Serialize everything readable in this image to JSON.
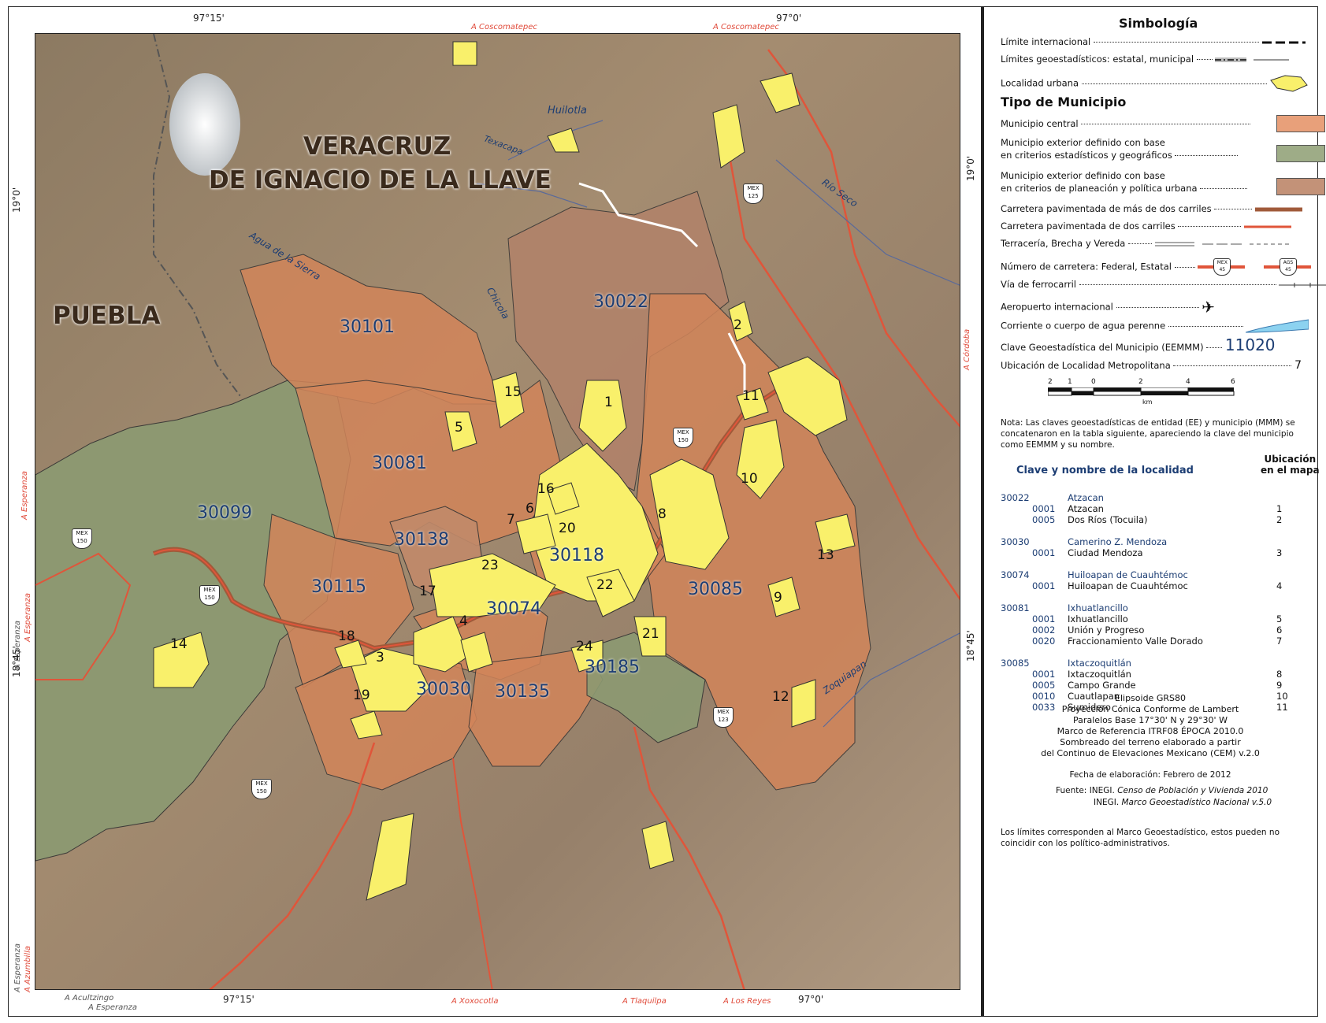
{
  "coords": {
    "top": [
      "97°15'",
      "97°0'"
    ],
    "bottom": [
      "97°15'",
      "97°0'"
    ],
    "left": [
      "19°0'",
      "18°45'"
    ],
    "right": [
      "19°0'",
      "18°45'"
    ]
  },
  "edge_labels": {
    "top": [
      "A Coscomatepec",
      "A Coscomatepec"
    ],
    "bottom": [
      "A Acultzingo",
      "A Esperanza",
      "A Xoxocotla",
      "A Tlaquilpa",
      "A Los Reyes"
    ],
    "left": [
      "A Esperanza",
      "A Esperanza",
      "A Esperanza",
      "A Esperanza",
      "A Azumbilla"
    ],
    "right": [
      "A Córdoba"
    ]
  },
  "map": {
    "states": [
      "VERACRUZ",
      "DE IGNACIO DE LA LLAVE",
      "PUEBLA"
    ],
    "rivers": [
      "Huilotla",
      "Texacapa",
      "Río Seco",
      "Agua de la Sierra",
      "Chicola",
      "Zoquiapan"
    ],
    "municipios": [
      "30022",
      "30101",
      "30081",
      "30099",
      "30138",
      "30118",
      "30115",
      "30074",
      "30085",
      "30030",
      "30135",
      "30185"
    ],
    "localidades": [
      "1",
      "2",
      "3",
      "4",
      "5",
      "6",
      "7",
      "8",
      "9",
      "10",
      "11",
      "12",
      "13",
      "14",
      "15",
      "16",
      "17",
      "18",
      "19",
      "20",
      "21",
      "22",
      "23",
      "24"
    ],
    "highways": [
      "MEX 125",
      "MEX 150",
      "MEX 150",
      "MEX 150",
      "MEX 150",
      "MEX 123"
    ]
  },
  "legend": {
    "title": "Simbología",
    "rows": [
      "Límite internacional",
      "Límites geoestadísticos: estatal, municipal",
      "Localidad urbana"
    ],
    "tipo_title": "Tipo de Municipio",
    "tipo_rows": [
      {
        "label": "Municipio central",
        "color": "#e8a07a"
      },
      {
        "label": "Municipio exterior definido con base",
        "label2": "en criterios estadísticos y geográficos",
        "color": "#9eac87"
      },
      {
        "label": "Municipio exterior definido con base",
        "label2": "en criterios de planeación y política urbana",
        "color": "#c39278"
      }
    ],
    "line_rows": [
      "Carretera pavimentada de más de dos carriles",
      "Carretera pavimentada de dos carriles",
      "Terracería, Brecha y Vereda",
      "Número de carretera: Federal, Estatal",
      "Vía de ferrocarril",
      "Aeropuerto internacional",
      "Corriente o cuerpo de agua perenne",
      "Clave Geoestadística del Municipio (EEMMM)",
      "Ubicación de Localidad Metropolitana"
    ],
    "clave_example": "11020",
    "ubicacion_example": "7",
    "shield_fed": "MEX",
    "shield_fed_num": "45",
    "shield_est": "AGS",
    "shield_est_num": "45",
    "scale_ticks": [
      "2",
      "1",
      "0",
      "2",
      "4",
      "6"
    ],
    "scale_unit": "km",
    "nota": "Nota: Las claves geoestadísticas de entidad (EE) y municipio (MMM) se concatenaron en la tabla siguiente, apareciendo la clave del municipio como EEMMM y su nombre.",
    "table_head_left": "Clave y nombre de la localidad",
    "table_head_right_1": "Ubicación",
    "table_head_right_2": "en el mapa",
    "table": [
      {
        "code": "30022",
        "name": "Atzacan",
        "rows": [
          [
            "0001",
            "Atzacan",
            "1"
          ],
          [
            "0005",
            "Dos Ríos (Tocuila)",
            "2"
          ]
        ]
      },
      {
        "code": "30030",
        "name": "Camerino Z. Mendoza",
        "rows": [
          [
            "0001",
            "Ciudad Mendoza",
            "3"
          ]
        ]
      },
      {
        "code": "30074",
        "name": "Huiloapan de Cuauhtémoc",
        "rows": [
          [
            "0001",
            "Huiloapan de Cuauhtémoc",
            "4"
          ]
        ]
      },
      {
        "code": "30081",
        "name": "Ixhuatlancillo",
        "rows": [
          [
            "0001",
            "Ixhuatlancillo",
            "5"
          ],
          [
            "0002",
            "Unión y Progreso",
            "6"
          ],
          [
            "0020",
            "Fraccionamiento Valle Dorado",
            "7"
          ]
        ]
      },
      {
        "code": "30085",
        "name": "Ixtaczoquitlán",
        "rows": [
          [
            "0001",
            "Ixtaczoquitlán",
            "8"
          ],
          [
            "0005",
            "Campo Grande",
            "9"
          ],
          [
            "0010",
            "Cuautlapan",
            "10"
          ],
          [
            "0033",
            "Sumidero",
            "11"
          ]
        ]
      }
    ],
    "proj": [
      "Elipsoide GRS80",
      "Proyección Cónica Conforme de Lambert",
      "Paralelos Base 17°30' N y 29°30' W",
      "Marco de Referencia  ITRF08 ÉPOCA 2010.0",
      "Sombreado del terreno elaborado a partir",
      "del Continuo de Elevaciones Mexicano (CEM) v.2.0"
    ],
    "fecha": "Fecha de elaboración: Febrero de 2012",
    "fuente_label": "Fuente:",
    "fuente_1_org": "INEGI.",
    "fuente_1": "Censo de Población y Vivienda 2010",
    "fuente_2_org": "INEGI.",
    "fuente_2": "Marco Geoestadístico Nacional v.5.0",
    "limites": "Los límites corresponden al Marco Geoestadístico, estos pueden no coincidir con los político-administrativos."
  }
}
